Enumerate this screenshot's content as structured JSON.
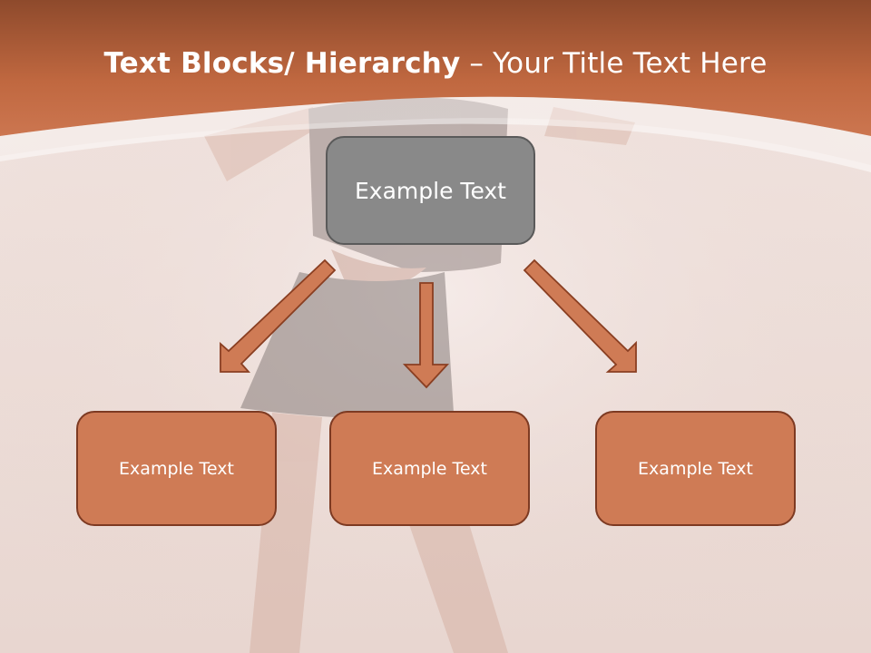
{
  "title": {
    "bold": "Text Blocks/ Hierarchy",
    "regular": " – Your Title Text Here"
  },
  "hierarchy": {
    "top": {
      "label": "Example Text"
    },
    "children": [
      {
        "label": "Example Text"
      },
      {
        "label": "Example Text"
      },
      {
        "label": "Example Text"
      }
    ]
  },
  "colors": {
    "header": "#c8714a",
    "top_box": "#898989",
    "child_box": "#cf7b55",
    "arrow": "#cf7b55"
  }
}
